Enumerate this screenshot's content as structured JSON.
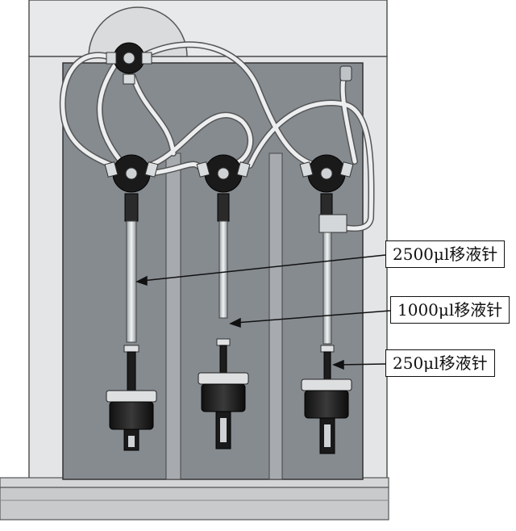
{
  "callouts": {
    "probe_2500": "2500μl移液针",
    "probe_1000": "1000μl移液针",
    "probe_250": "250μl移液针"
  },
  "colors": {
    "panel": "#8a8f94",
    "frame": "#e6e7e8",
    "tubing": "#e9ebec",
    "valve_body": "#1a1a1a",
    "pipette_tube": "#cfd3d6"
  },
  "icons": {
    "valve": "rotary-valve-icon",
    "syringe": "syringe-pump-icon"
  }
}
